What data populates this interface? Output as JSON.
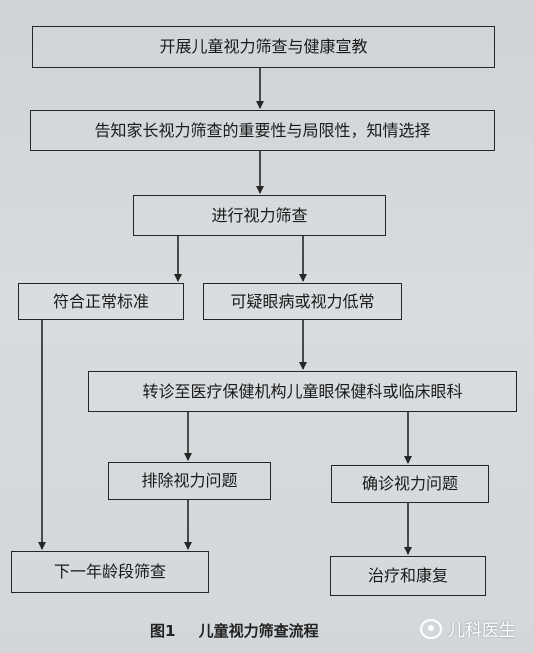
{
  "flowchart": {
    "boxes": {
      "step1": "开展儿童视力筛查与健康宣教",
      "step2": "告知家长视力筛查的重要性与局限性，知情选择",
      "step3": "进行视力筛查",
      "normal": "符合正常标准",
      "suspect": "可疑眼病或视力低常",
      "referral": "转诊至医疗保健机构儿童眼保健科或临床眼科",
      "excluded": "排除视力问题",
      "confirmed": "确诊视力问题",
      "next_age": "下一年龄段筛查",
      "treatment": "治疗和康复"
    }
  },
  "caption": {
    "number": "图1",
    "title": "儿童视力筛查流程"
  },
  "watermark": {
    "text": "儿科医生"
  }
}
